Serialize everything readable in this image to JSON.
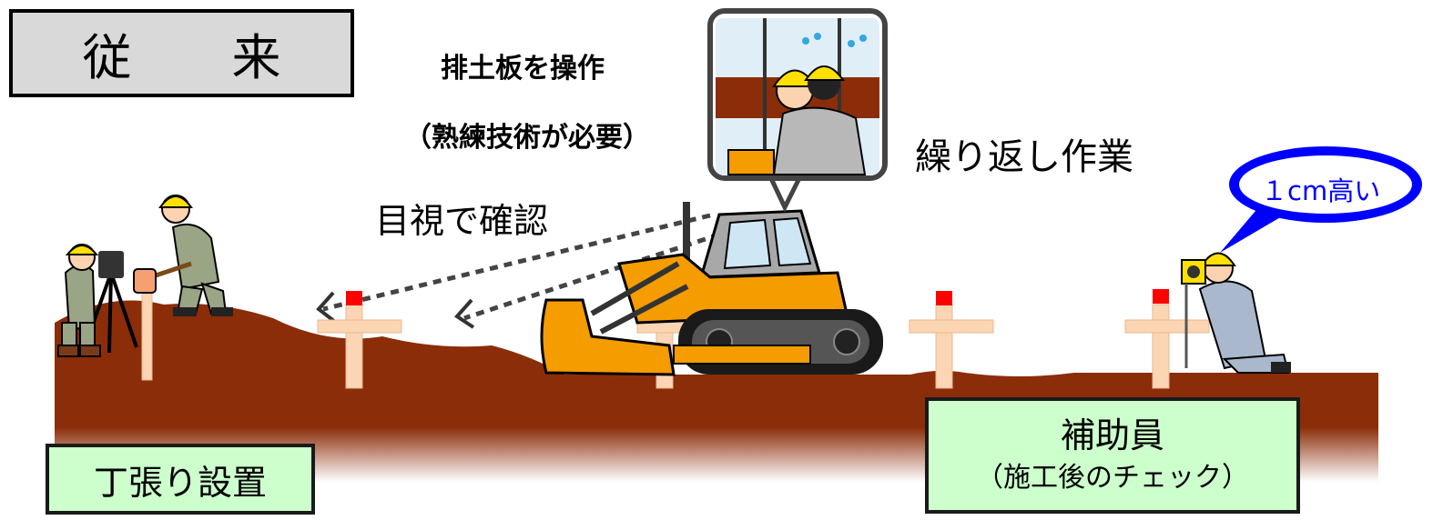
{
  "title": "従　来",
  "labels": {
    "blade_operation": "排土板を操作",
    "skill_required": "（熟練技術が必要）",
    "repeat_work": "繰り返し作業",
    "visual_check": "目視で確認",
    "height_callout": "１cm高い",
    "setup_stakes": "丁張り設置",
    "assistant_title": "補助員",
    "assistant_sub": "（施工後のチェック）"
  },
  "colors": {
    "soil": "#8b2d08",
    "stake": "#fcd5b4",
    "stake_top": "#ff0000",
    "dozer_body": "#f49c00",
    "green_box": "#ccffcc",
    "title_box": "#d9d9d9",
    "callout_border": "#0000ff",
    "helmet": "#ffe000"
  },
  "icons": [
    "bulldozer-icon",
    "surveyor-icon",
    "worker-hammer-icon",
    "operator-icon",
    "inspector-icon",
    "speech-bubble-icon",
    "stake-icon"
  ]
}
